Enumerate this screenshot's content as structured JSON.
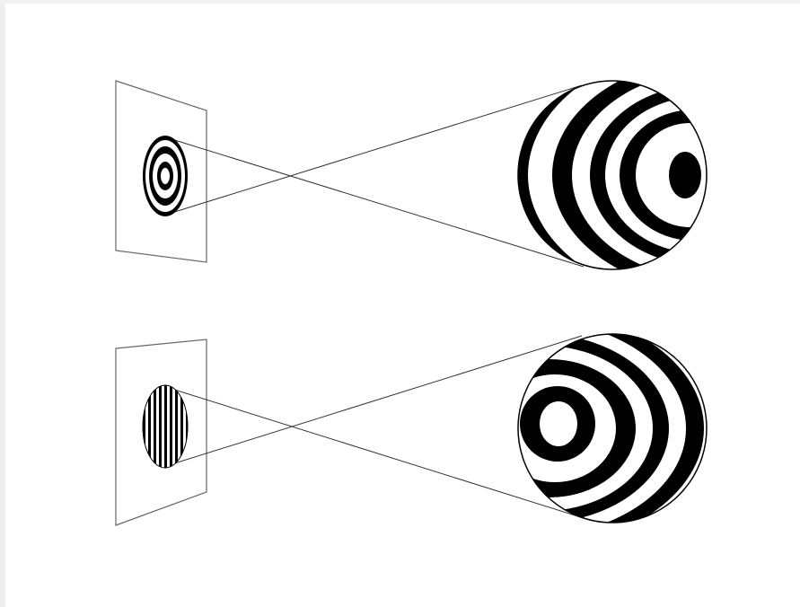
{
  "diagram": {
    "panels": [
      {
        "name": "top-projection",
        "image_pattern": "concentric-rings",
        "sphere_pattern": "concentric-bands-pole-right"
      },
      {
        "name": "bottom-projection",
        "image_pattern": "vertical-stripes",
        "sphere_pattern": "concentric-bands-pole-left"
      }
    ],
    "colors": {
      "background": "#ffffff",
      "stroke": "#000000",
      "plane_stroke": "#555555",
      "page_margin": "#f0f0f0"
    }
  }
}
